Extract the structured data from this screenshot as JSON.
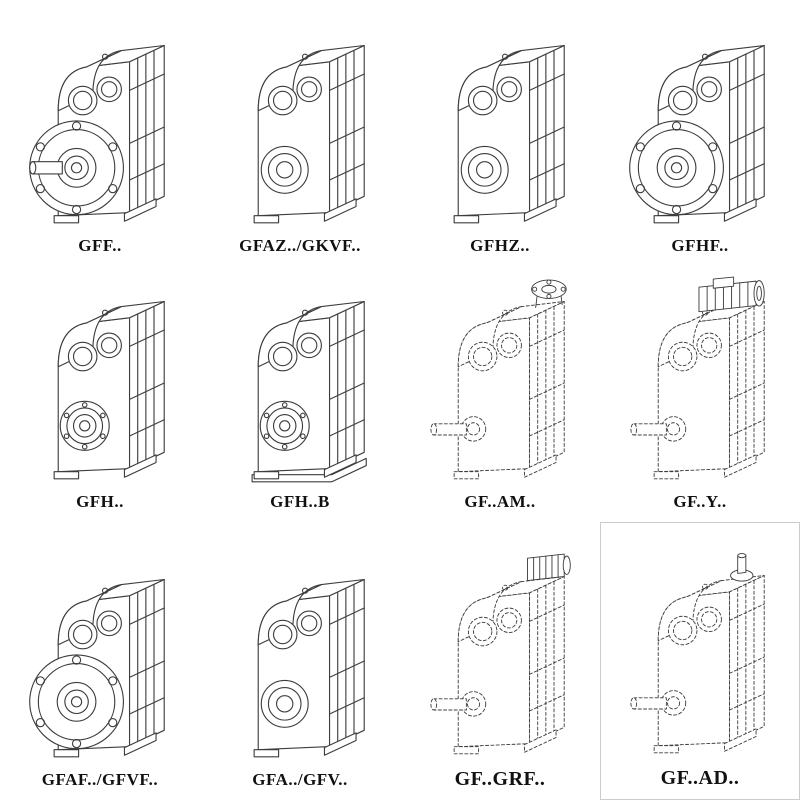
{
  "page": {
    "background": "#ffffff",
    "ink": "#3d3d3d",
    "label_color": "#111111"
  },
  "catalog": {
    "cells": [
      {
        "id": "gff",
        "label": "GFF..",
        "drawing": "gearbox-output-flange-with-shaft",
        "line_style": "solid"
      },
      {
        "id": "gfaz-gkvf",
        "label": "GFAZ../GKVF..",
        "drawing": "gearbox-hollow-shaft",
        "line_style": "solid"
      },
      {
        "id": "gfhz",
        "label": "GFHZ..",
        "drawing": "gearbox-hollow-shaft",
        "line_style": "solid"
      },
      {
        "id": "gfhf",
        "label": "GFHF..",
        "drawing": "gearbox-output-flange",
        "line_style": "solid"
      },
      {
        "id": "gfh",
        "label": "GFH..",
        "drawing": "gearbox-hollow-shaft-bearing",
        "line_style": "solid"
      },
      {
        "id": "gfh-b",
        "label": "GFH..B",
        "drawing": "gearbox-hollow-shaft-base",
        "line_style": "solid"
      },
      {
        "id": "gf-am",
        "label": "GF..AM..",
        "drawing": "gearbox-phantom-iec-adapter",
        "line_style": "phantom"
      },
      {
        "id": "gf-y",
        "label": "GF..Y..",
        "drawing": "gearbox-phantom-motor",
        "line_style": "phantom"
      },
      {
        "id": "gfaf-gfvf",
        "label": "GFAF../GFVF..",
        "drawing": "gearbox-output-flange",
        "line_style": "solid"
      },
      {
        "id": "gfa-gfv",
        "label": "GFA../GFV..",
        "drawing": "gearbox-hollow-shaft",
        "line_style": "solid"
      },
      {
        "id": "gf-grf",
        "label": "GF..GRF..",
        "drawing": "gearbox-phantom-adapter-block",
        "line_style": "phantom"
      },
      {
        "id": "gf-ad",
        "label": "GF..AD..",
        "drawing": "gearbox-phantom-input-shaft",
        "line_style": "phantom"
      }
    ]
  }
}
